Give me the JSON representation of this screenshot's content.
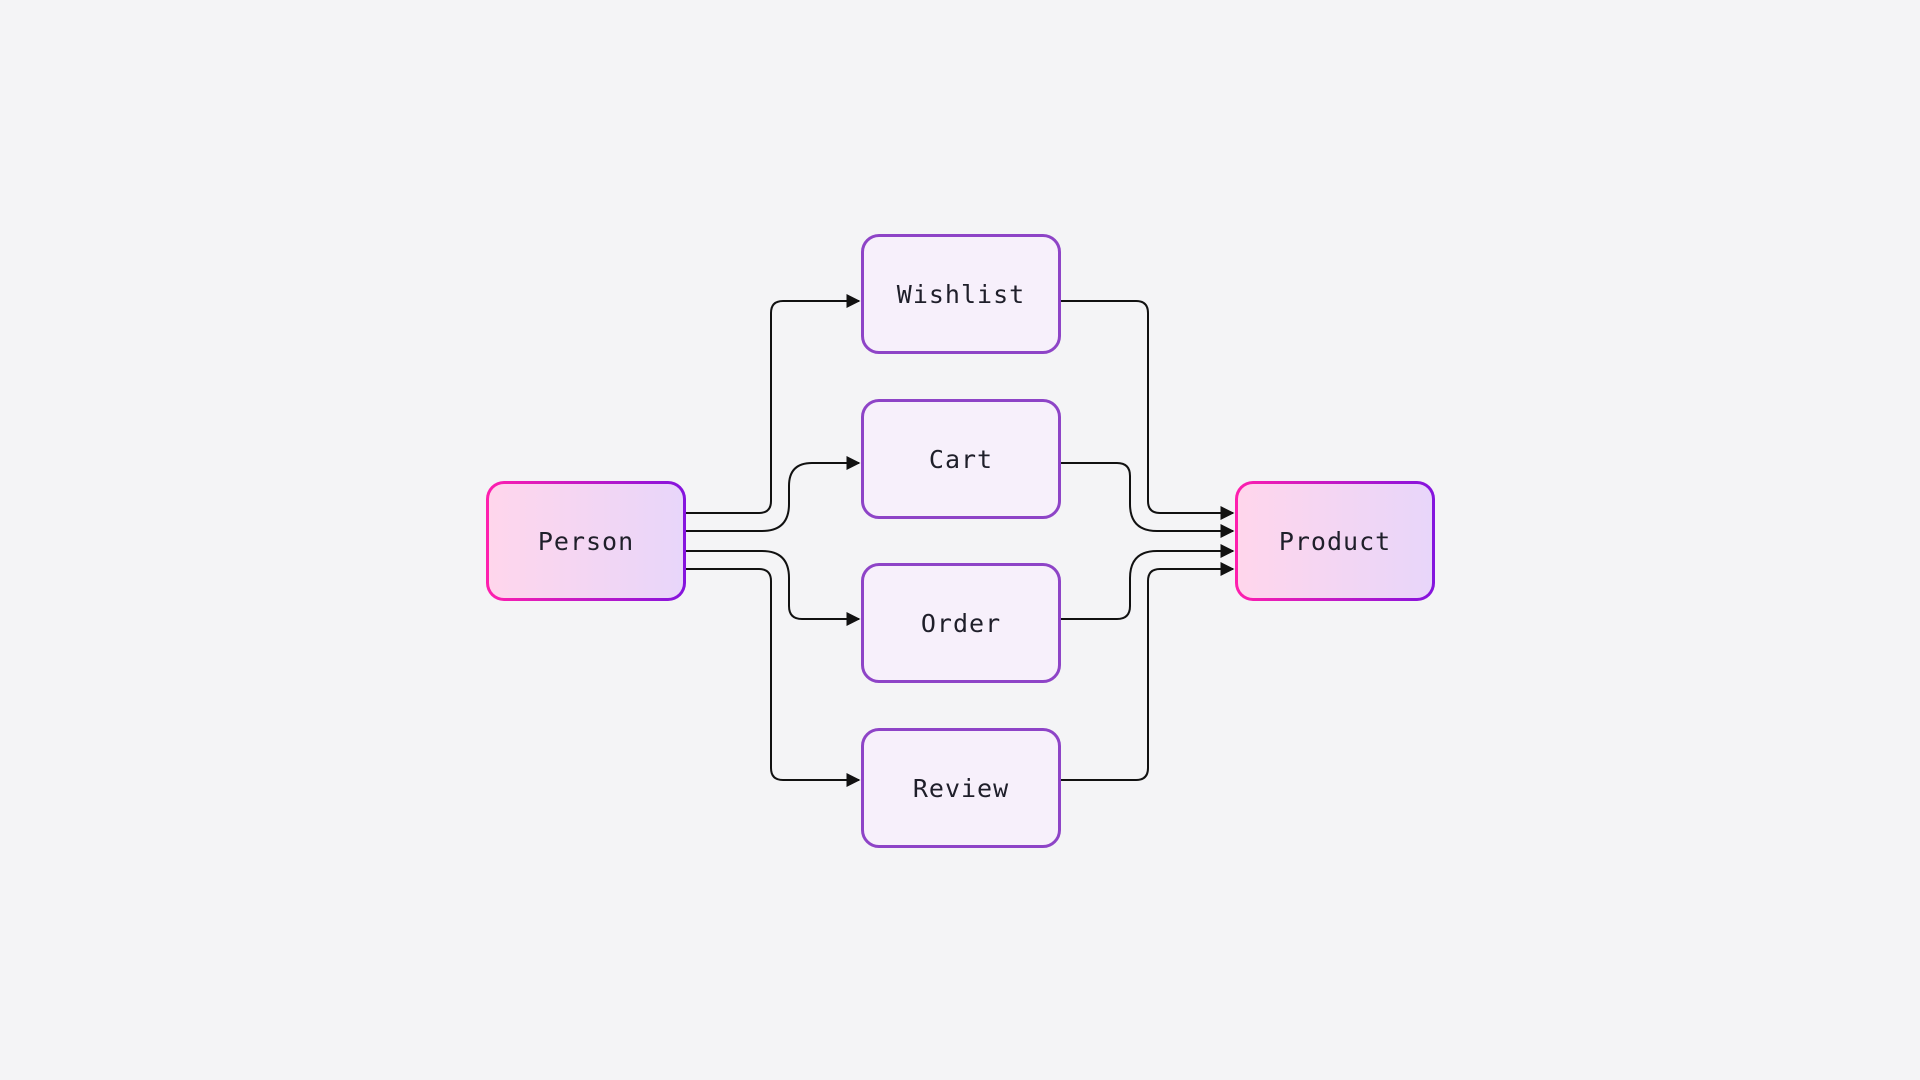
{
  "nodes": {
    "person": "Person",
    "wishlist": "Wishlist",
    "cart": "Cart",
    "order": "Order",
    "review": "Review",
    "product": "Product"
  },
  "colors": {
    "background": "#f4f4f6",
    "edge": "#111111",
    "middle_border": "#8e44c7",
    "middle_fill": "#f7f0fb",
    "gradient_start": "#ff1fae",
    "gradient_end": "#8414de"
  },
  "edges": [
    {
      "from": "person",
      "to": "wishlist"
    },
    {
      "from": "person",
      "to": "cart"
    },
    {
      "from": "person",
      "to": "order"
    },
    {
      "from": "person",
      "to": "review"
    },
    {
      "from": "wishlist",
      "to": "product"
    },
    {
      "from": "cart",
      "to": "product"
    },
    {
      "from": "order",
      "to": "product"
    },
    {
      "from": "review",
      "to": "product"
    }
  ]
}
